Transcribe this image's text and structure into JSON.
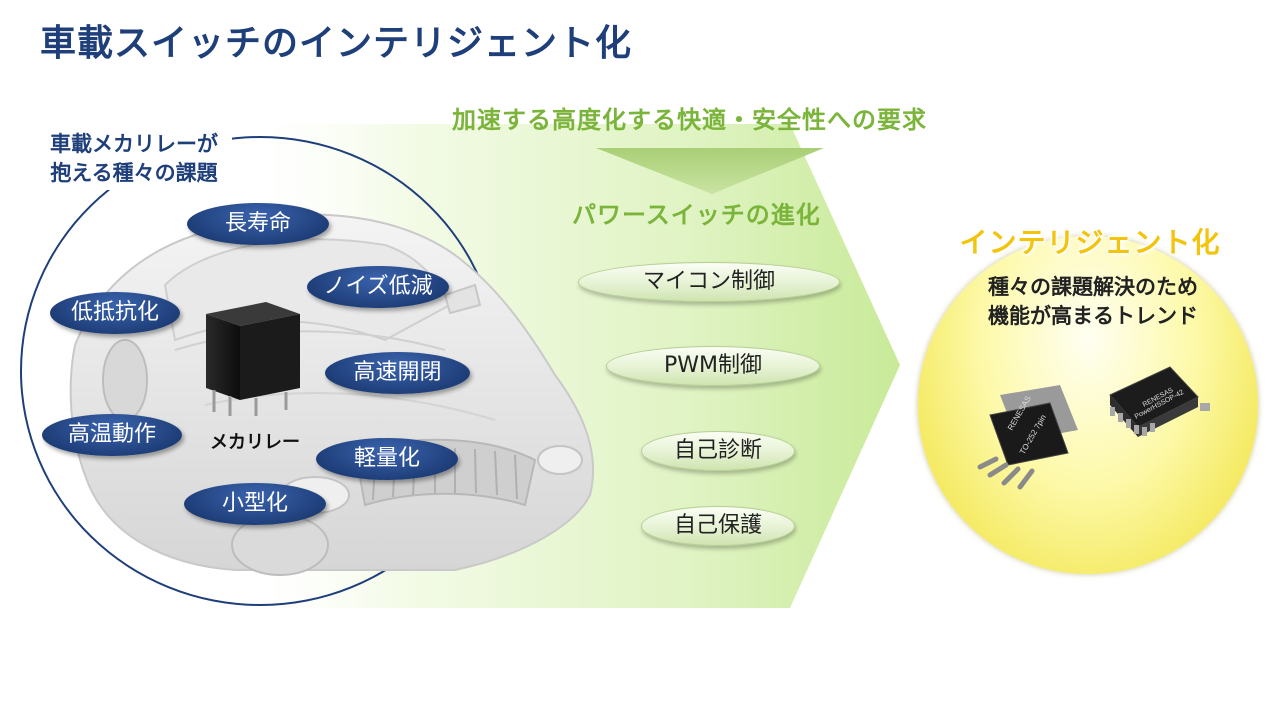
{
  "title": "車載スイッチのインテリジェント化",
  "demand_text": "加速する高度化する快適・安全性への要求",
  "evolution_text": "パワースイッチの進化",
  "issues": {
    "label_line1": "車載メカリレーが",
    "label_line2": "抱える種々の課題",
    "relay_label": "メカリレー",
    "items": [
      "長寿命",
      "ノイズ低減",
      "低抵抗化",
      "高速開閉",
      "高温動作",
      "軽量化",
      "小型化"
    ]
  },
  "switch_features": [
    "マイコン制御",
    "PWM制御",
    "自己診断",
    "自己保護"
  ],
  "intelligent": {
    "title": "インテリジェント化",
    "desc_line1": "種々の課題解決のため",
    "desc_line2": "機能が高まるトレンド",
    "chip1_brand": "RENESAS",
    "chip1_package": "TO-252 7pin",
    "chip2_brand": "RENESAS",
    "chip2_package": "PowerHSSOP-42"
  },
  "colors": {
    "navy": "#1f3f7a",
    "green_text": "#7bb43a",
    "gold_text": "#f2c40b"
  }
}
